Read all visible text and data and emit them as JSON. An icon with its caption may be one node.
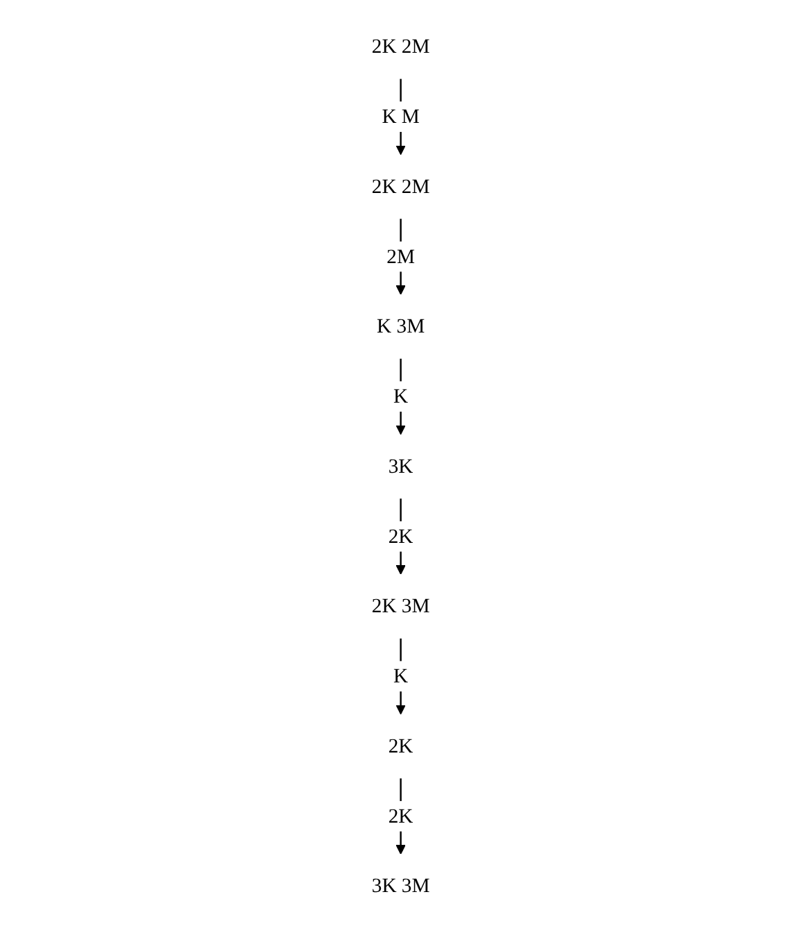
{
  "diagram": {
    "nodes": [
      {
        "text": [
          "2K 2M"
        ]
      },
      {
        "text": [
          "2K 2M"
        ]
      },
      {
        "text": [
          "K 3M"
        ]
      },
      {
        "text": [
          "3K"
        ]
      },
      {
        "text": [
          "2K 3M"
        ]
      },
      {
        "text": [
          "2K"
        ]
      },
      {
        "text": [
          "3K 3M"
        ]
      }
    ],
    "edges": [
      {
        "from": 0,
        "to": 1,
        "arrow": "to",
        "label": "K M"
      },
      {
        "from": 1,
        "to": 2,
        "arrow": "to",
        "label": "2M"
      },
      {
        "from": 2,
        "to": 3,
        "arrow": "to",
        "label": "K"
      },
      {
        "from": 3,
        "to": 4,
        "arrow": "to",
        "label": "2K"
      },
      {
        "from": 4,
        "to": 5,
        "arrow": "to",
        "label": "K"
      },
      {
        "from": 5,
        "to": 6,
        "arrow": "to",
        "label": "2K"
      }
    ]
  }
}
